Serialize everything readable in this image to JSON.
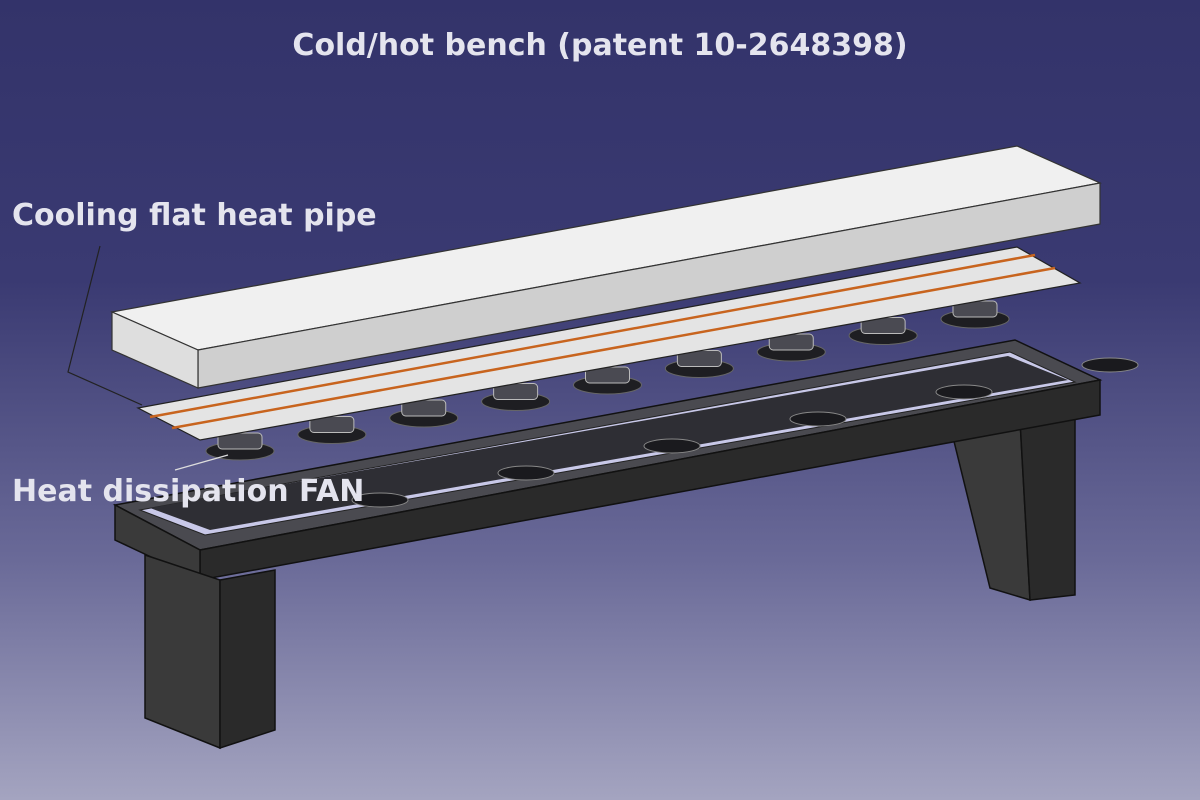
{
  "title": "Cold/hot bench (patent 10-2648398)",
  "labels": {
    "heat_pipe": "Cooling flat heat pipe",
    "fan": "Heat dissipation FAN"
  },
  "colors": {
    "background_top": "#33336a",
    "background_bottom": "#a4a4c0",
    "slab": "#e8e8e8",
    "frame": "#2a2a2a",
    "pipe_line": "#c8641e"
  },
  "fan_count": 9
}
